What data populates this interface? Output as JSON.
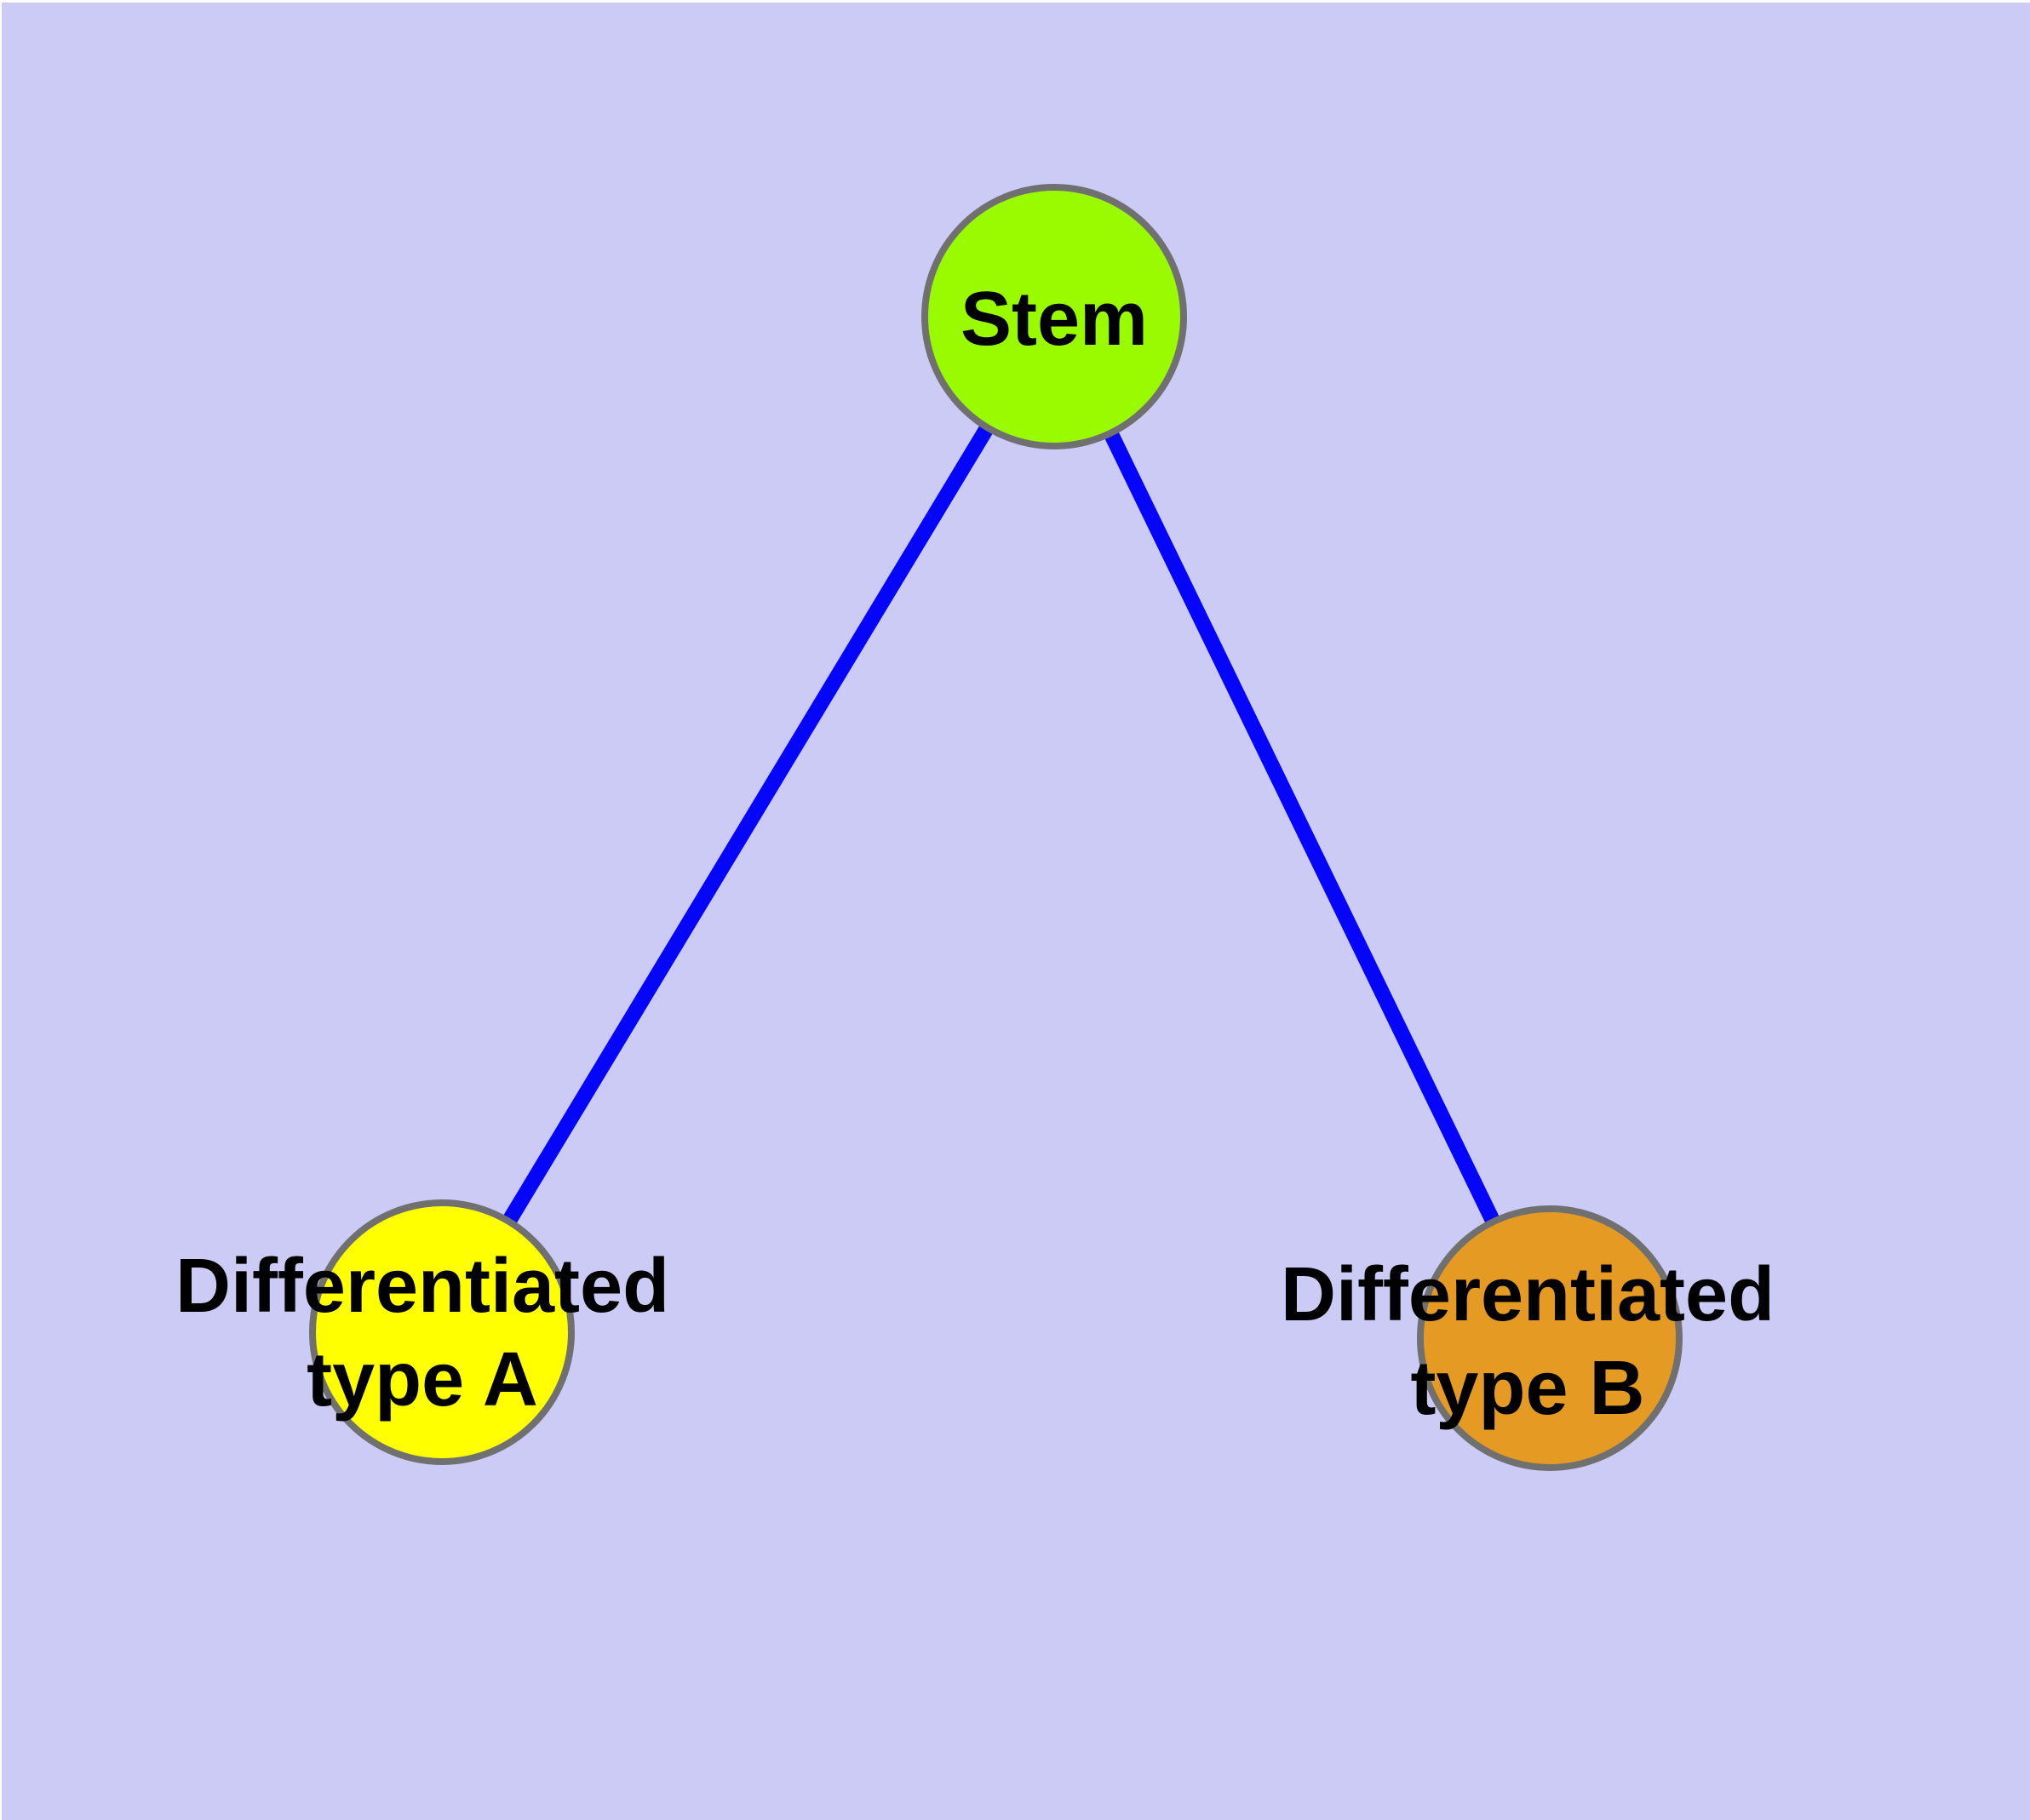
{
  "diagram": {
    "background_color": "#CBCBF6",
    "page_margin_color": "#FFFFFF",
    "edge_color": "#0505FA",
    "node_stroke_color": "#707070",
    "text_color": "#000000",
    "nodes": [
      {
        "id": "stem",
        "label": "Stem",
        "fill": "#9AFB00"
      },
      {
        "id": "type-a",
        "label_line1": "Differentiated",
        "label_line2": "type A",
        "fill": "#FFFF00"
      },
      {
        "id": "type-b",
        "label_line1": "Differentiated",
        "label_line2": "type B",
        "fill": "#E59B23"
      }
    ],
    "edges": [
      {
        "from": "stem",
        "to": "type-a"
      },
      {
        "from": "stem",
        "to": "type-b"
      }
    ]
  }
}
